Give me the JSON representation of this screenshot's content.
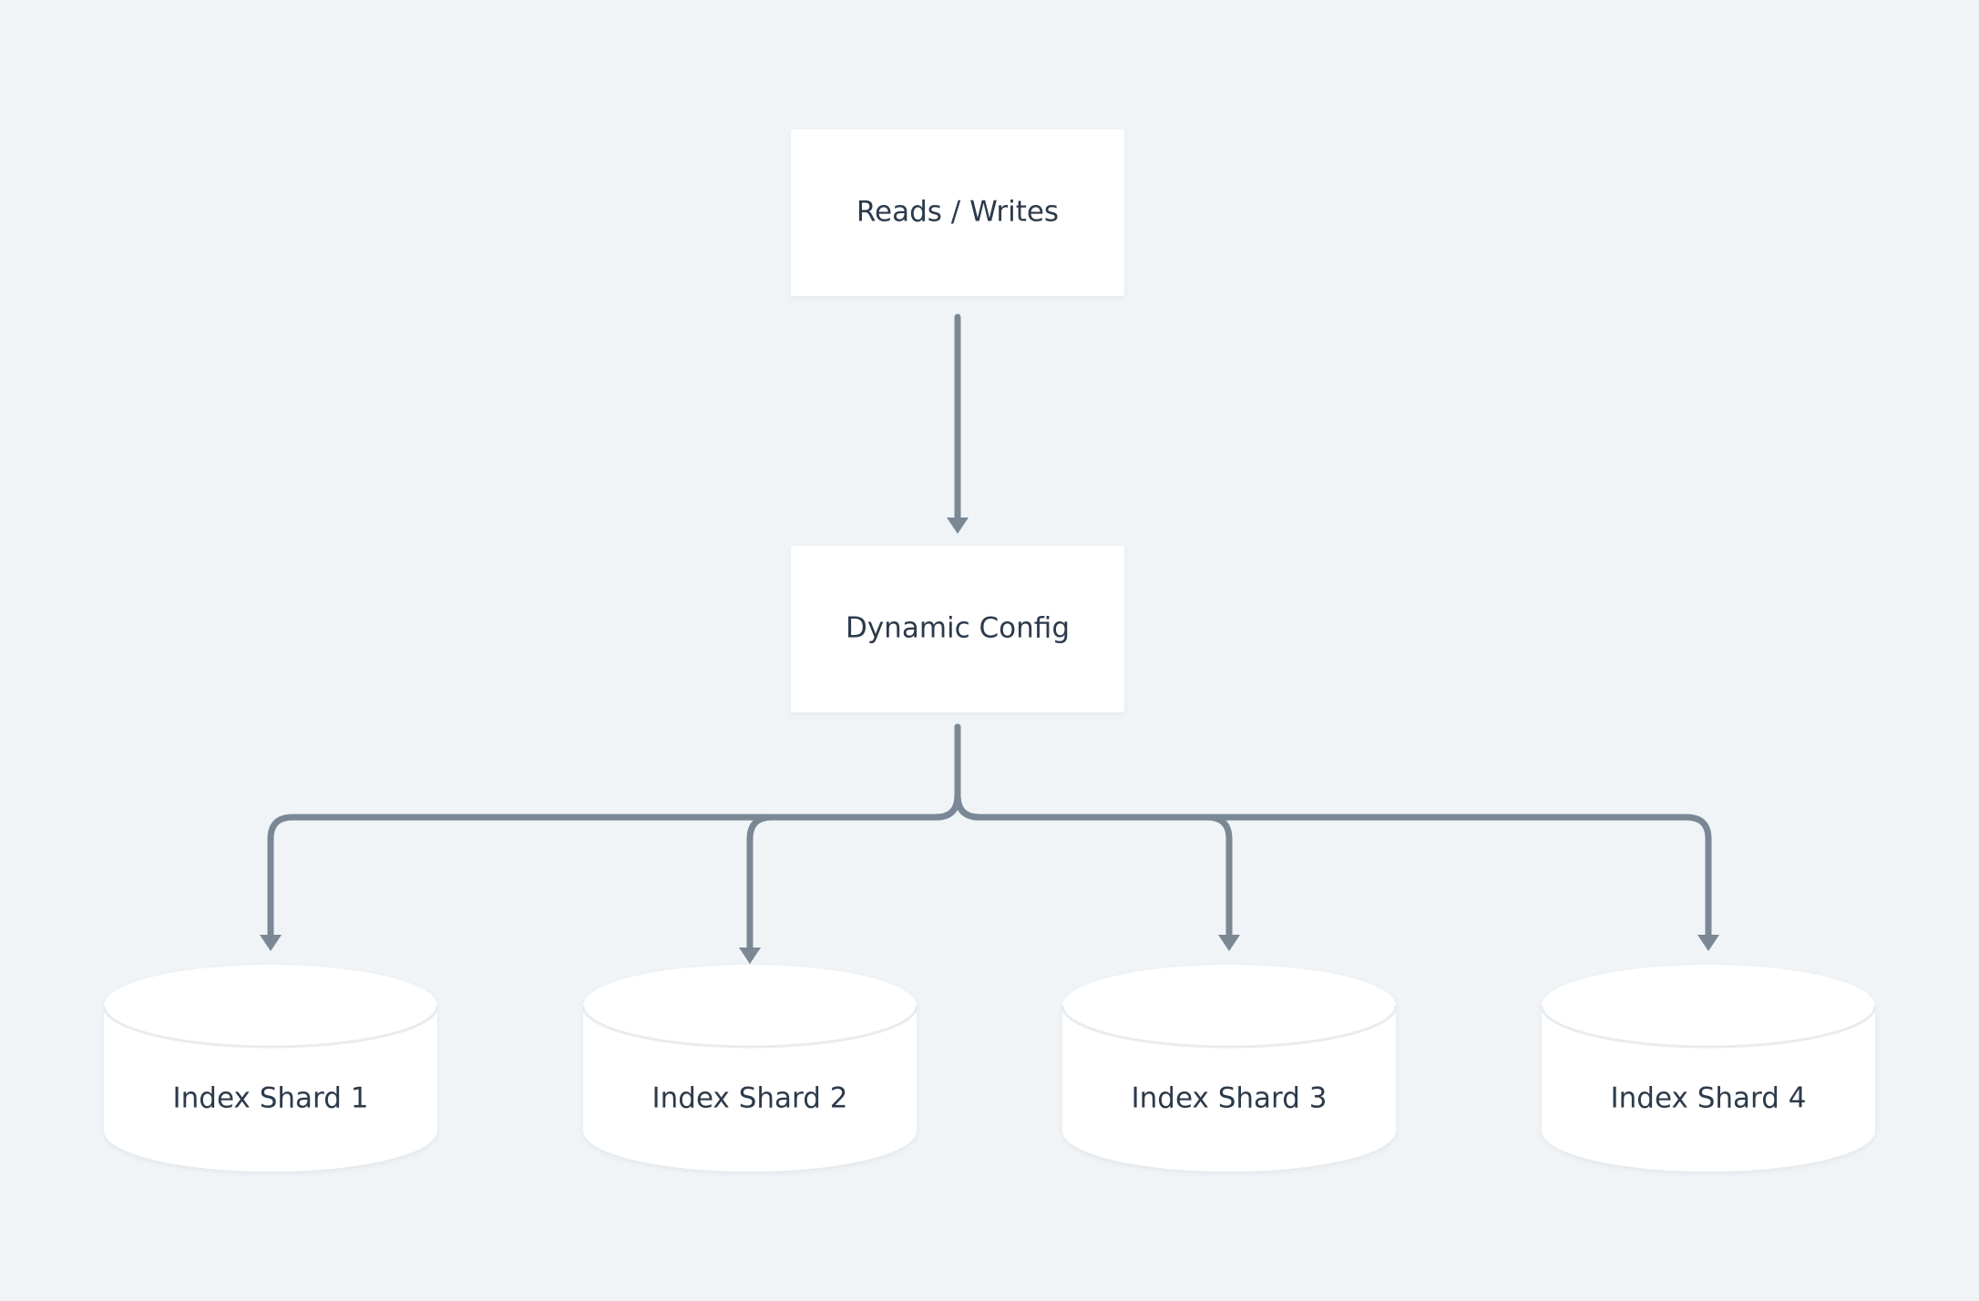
{
  "diagram": {
    "nodes": {
      "reads_writes": {
        "label": "Reads / Writes"
      },
      "dynamic_config": {
        "label": "Dynamic Config"
      },
      "shards": [
        {
          "label": "Index Shard 1"
        },
        {
          "label": "Index Shard 2"
        },
        {
          "label": "Index Shard 3"
        },
        {
          "label": "Index Shard 4"
        }
      ]
    },
    "edges": [
      {
        "from": "reads_writes",
        "to": "dynamic_config"
      },
      {
        "from": "dynamic_config",
        "to": "shard_1"
      },
      {
        "from": "dynamic_config",
        "to": "shard_2"
      },
      {
        "from": "dynamic_config",
        "to": "shard_3"
      },
      {
        "from": "dynamic_config",
        "to": "shard_4"
      }
    ],
    "colors": {
      "background": "#f0f4f7",
      "node_fill": "#ffffff",
      "edge": "#7a8896",
      "text": "#2c3a4b"
    }
  }
}
